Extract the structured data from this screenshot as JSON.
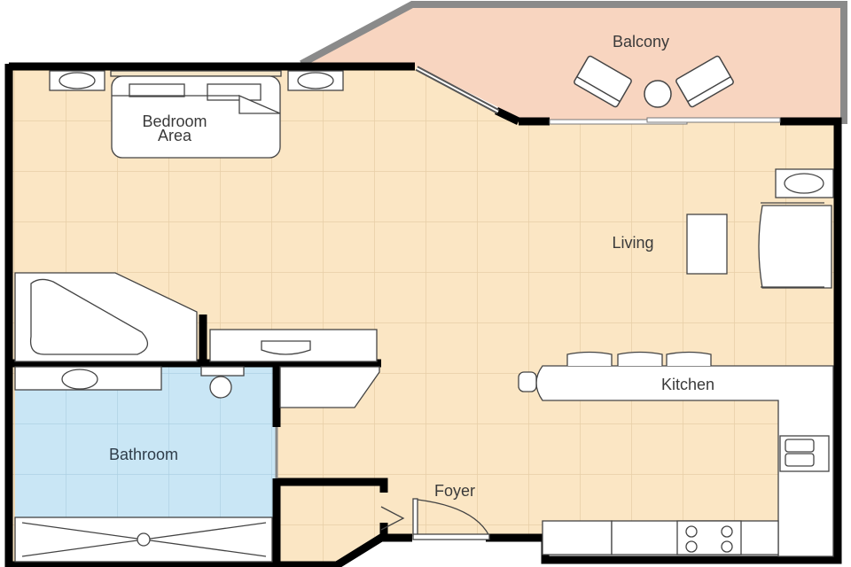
{
  "floorplan": {
    "rooms": [
      {
        "id": "balcony",
        "label": "Balcony"
      },
      {
        "id": "bedroom",
        "label_line1": "Bedroom",
        "label_line2": "Area"
      },
      {
        "id": "living",
        "label": "Living"
      },
      {
        "id": "kitchen",
        "label": "Kitchen"
      },
      {
        "id": "bathroom",
        "label": "Bathroom"
      },
      {
        "id": "foyer",
        "label": "Foyer"
      }
    ],
    "colors": {
      "floor": "#fbe6c4",
      "grid": "#e8cfa6",
      "balcony": "#f8d5c0",
      "bathroom": "#c9e6f5",
      "bath_grid": "#a9cde0",
      "wall": "#000000",
      "balcony_wall": "#8a8a8a",
      "fixture": "#ffffff"
    }
  }
}
